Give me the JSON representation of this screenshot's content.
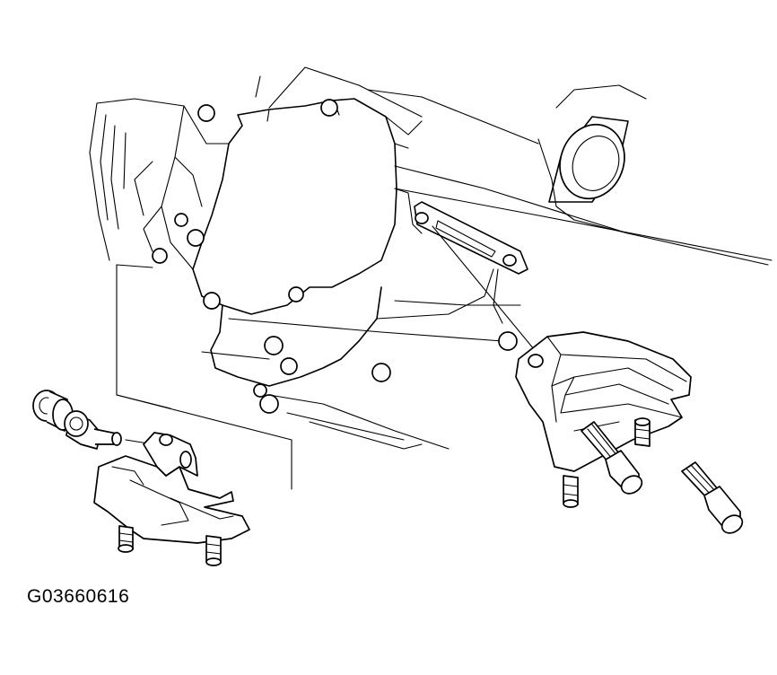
{
  "figure": {
    "code": "G03660616"
  },
  "colors": {
    "ink": "#000000",
    "paper": "#ffffff"
  },
  "icons": [
    "engine-block-drawing",
    "front-mount-bracket",
    "rear-mount-assembly",
    "bolt-icon",
    "washer-icon",
    "nut-icon",
    "seal-ring-icon"
  ]
}
